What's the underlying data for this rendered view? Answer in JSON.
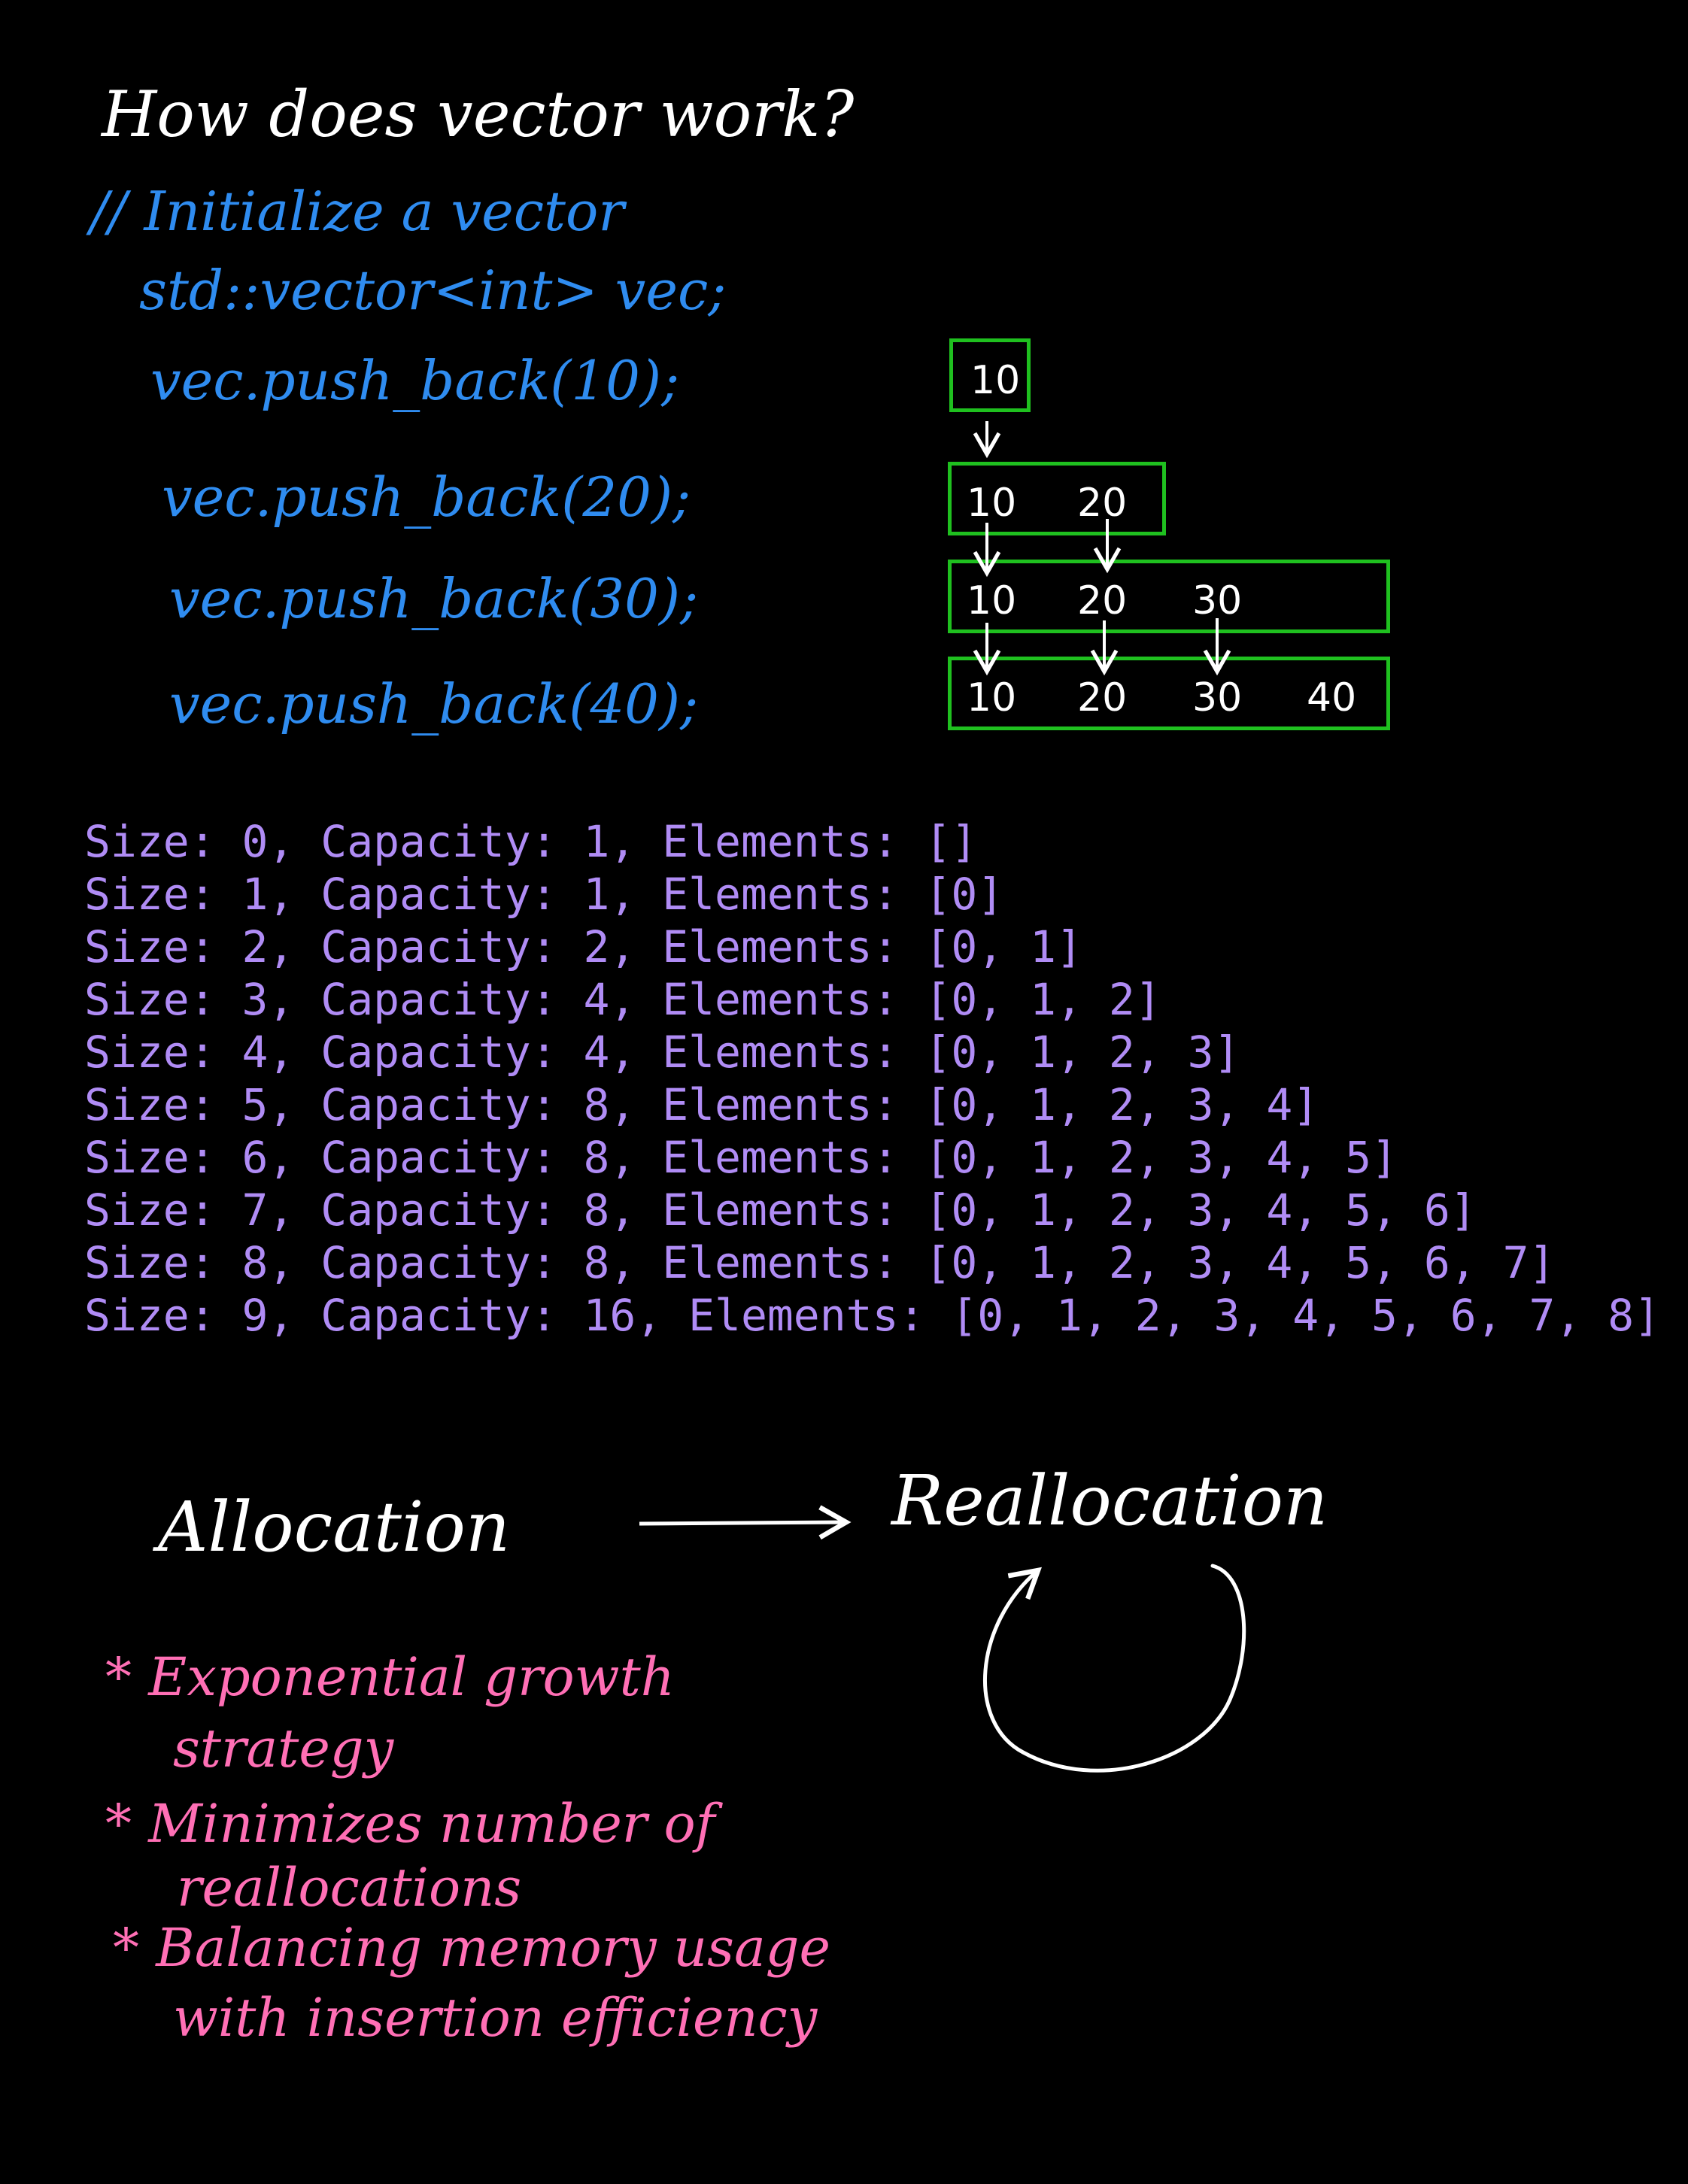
{
  "title": "How does vector work?",
  "code": {
    "comment": "// Initialize a vector",
    "declaration": "std::vector<int> vec;",
    "push_lines": [
      "vec.push_back(10);",
      "vec.push_back(20);",
      "vec.push_back(30);",
      "vec.push_back(40);"
    ]
  },
  "memory_boxes": [
    {
      "cells": [
        "10"
      ]
    },
    {
      "cells": [
        "10",
        "20"
      ]
    },
    {
      "cells": [
        "10",
        "20",
        "30"
      ]
    },
    {
      "cells": [
        "10",
        "20",
        "30",
        "40"
      ]
    }
  ],
  "output_log": [
    "Size: 0, Capacity: 1, Elements: []",
    "Size: 1, Capacity: 1, Elements: [0]",
    "Size: 2, Capacity: 2, Elements: [0, 1]",
    "Size: 3, Capacity: 4, Elements: [0, 1, 2]",
    "Size: 4, Capacity: 4, Elements: [0, 1, 2, 3]",
    "Size: 5, Capacity: 8, Elements: [0, 1, 2, 3, 4]",
    "Size: 6, Capacity: 8, Elements: [0, 1, 2, 3, 4, 5]",
    "Size: 7, Capacity: 8, Elements: [0, 1, 2, 3, 4, 5, 6]",
    "Size: 8, Capacity: 8, Elements: [0, 1, 2, 3, 4, 5, 6, 7]",
    "Size: 9, Capacity: 16, Elements: [0, 1, 2, 3, 4, 5, 6, 7, 8]"
  ],
  "flow": {
    "from": "Allocation",
    "to": "Reallocation"
  },
  "notes": [
    {
      "line1": "* Exponential growth",
      "line2": "strategy"
    },
    {
      "line1": "* Minimizes number of",
      "line2": "reallocations"
    },
    {
      "line1": "* Balancing memory usage",
      "line2": "with insertion efficiency"
    }
  ],
  "colors": {
    "background": "#000000",
    "title": "#ffffff",
    "code": "#2f8cf0",
    "box_border": "#1fc01f",
    "log": "#b08cf5",
    "notes": "#ff6fb5"
  }
}
